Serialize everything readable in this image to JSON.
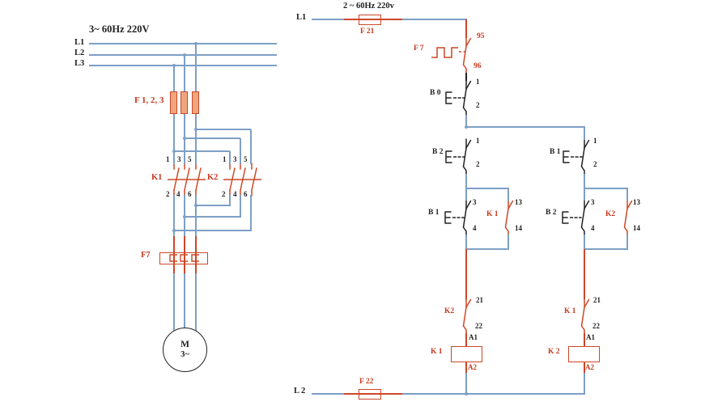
{
  "power": {
    "title": "3~ 60Hz 220V",
    "phase_l1": "L1",
    "phase_l2": "L2",
    "phase_l3": "L3",
    "fuse_group": "F 1, 2, 3",
    "k1_label": "K1",
    "k2_label": "K2",
    "k1_top": [
      "1",
      "3",
      "5"
    ],
    "k1_bottom": [
      "2",
      "4",
      "6"
    ],
    "k2_top": [
      "1",
      "3",
      "5"
    ],
    "k2_bottom": [
      "2",
      "4",
      "6"
    ],
    "overload_label": "F7",
    "motor_m": "M",
    "motor_phase": "3~"
  },
  "control": {
    "supply": "2 ~ 60Hz  220v",
    "line_top": "L1",
    "line_bottom": "L 2",
    "fuse_top": "F 21",
    "fuse_bottom": "F 22",
    "overload_contact": {
      "label": "F 7",
      "t_top": "95",
      "t_bottom": "96"
    },
    "stop_button": {
      "label": "B 0",
      "t_top": "1",
      "t_bottom": "2"
    },
    "b2_nc": {
      "label": "B 2",
      "t_top": "1",
      "t_bottom": "2"
    },
    "b1_nc": {
      "label": "B 1",
      "t_top": "1",
      "t_bottom": "2"
    },
    "b1_no": {
      "label": "B 1",
      "t_top": "3",
      "t_bottom": "4"
    },
    "b2_no": {
      "label": "B 2",
      "t_top": "3",
      "t_bottom": "4"
    },
    "k1_aux": {
      "label": "K 1",
      "t_top": "13",
      "t_bottom": "14"
    },
    "k2_aux": {
      "label": "K2",
      "t_top": "13",
      "t_bottom": "14"
    },
    "k2_interlock": {
      "label": "K2",
      "t_top": "21",
      "t_bottom": "22"
    },
    "k1_interlock": {
      "label": "K 1",
      "t_top": "21",
      "t_bottom": "22"
    },
    "k1_coil": {
      "label": "K 1",
      "t_top": "A1",
      "t_bottom": "A2"
    },
    "k2_coil": {
      "label": "K 2",
      "t_top": "A1",
      "t_bottom": "A2"
    }
  },
  "colors": {
    "wire": "#7d9fc5",
    "symbol": "#cc4727",
    "text_red": "#c6391d",
    "text_black": "#1f1f1f"
  }
}
